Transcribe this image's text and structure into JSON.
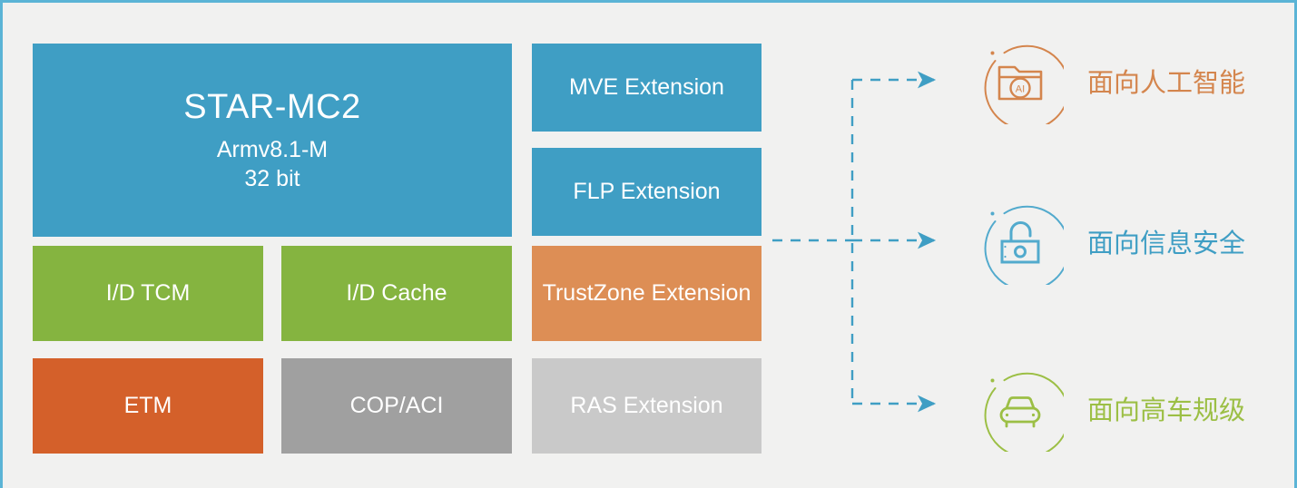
{
  "diagram": {
    "title": "STAR-MC2 processor architecture block diagram",
    "frame_color": "#5bb4d6",
    "background": "#f1f1f0",
    "connector_color": "#3f9ec4"
  },
  "core": {
    "name": "STAR-MC2",
    "architecture": "Armv8.1-M",
    "bits": "32 bit",
    "color": "#3f9ec4"
  },
  "left_blocks": [
    {
      "label": "I/D TCM",
      "color": "#85b440"
    },
    {
      "label": "I/D Cache",
      "color": "#85b440"
    },
    {
      "label": "ETM",
      "color": "#d4602a"
    },
    {
      "label": "COP/ACI",
      "color": "#a0a0a0"
    }
  ],
  "extensions": [
    {
      "label": "MVE Extension",
      "color": "#3f9ec4"
    },
    {
      "label": "FLP Extension",
      "color": "#3f9ec4"
    },
    {
      "label": "TrustZone Extension",
      "color": "#dd8e55"
    },
    {
      "label": "RAS Extension",
      "color": "#c9c9c9"
    }
  ],
  "targets": [
    {
      "label": "面向人工智能",
      "color": "#d4854d",
      "icon": "ai-folder-icon"
    },
    {
      "label": "面向信息安全",
      "color": "#3f9ec4",
      "icon": "unlocked-padlock-icon"
    },
    {
      "label": "面向高车规级",
      "color": "#9cbf45",
      "icon": "car-icon"
    }
  ]
}
